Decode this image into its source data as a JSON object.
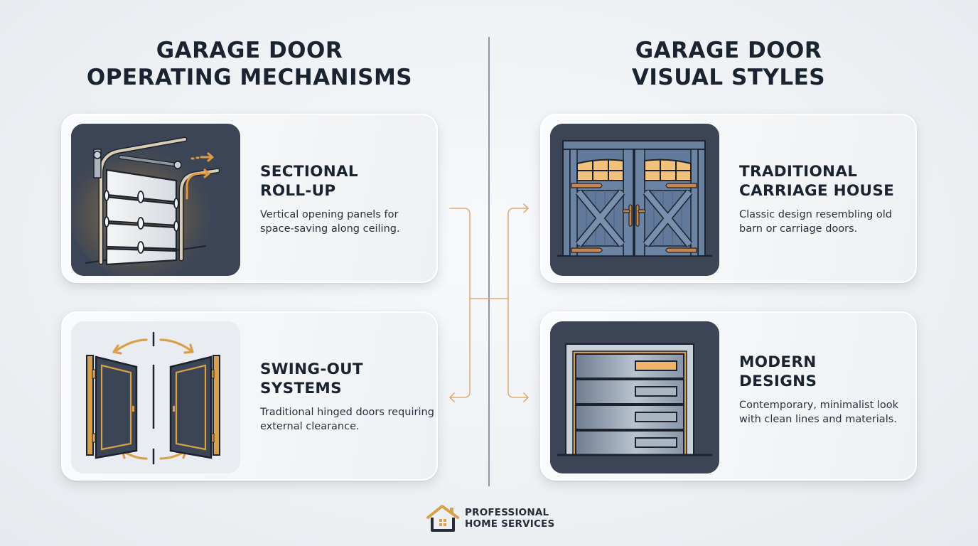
{
  "left_section": {
    "title_line1": "GARAGE DOOR",
    "title_line2": "OPERATING MECHANISMS",
    "cards": [
      {
        "heading_line1": "SECTIONAL",
        "heading_line2": "ROLL-UP",
        "description": "Vertical opening panels for space-saving along ceiling.",
        "icon": "sectional-roll-up-door-illustration"
      },
      {
        "heading_line1": "SWING-OUT",
        "heading_line2": "SYSTEMS",
        "description": "Traditional hinged doors requiring external clearance.",
        "icon": "swing-out-door-illustration"
      }
    ]
  },
  "right_section": {
    "title_line1": "GARAGE DOOR",
    "title_line2": "VISUAL STYLES",
    "cards": [
      {
        "heading_line1": "TRADITIONAL",
        "heading_line2": "CARRIAGE HOUSE",
        "description": "Classic design resembling old barn or carriage doors.",
        "icon": "carriage-house-door-illustration"
      },
      {
        "heading_line1": "MODERN",
        "heading_line2": "DESIGNS",
        "description": "Contemporary, minimalist look with clean lines and materials.",
        "icon": "modern-garage-door-illustration"
      }
    ]
  },
  "footer": {
    "brand_line1": "PROFESSIONAL",
    "brand_line2": "HOME SERVICES",
    "logo_icon": "house-icon"
  },
  "colors": {
    "accent": "#d9a04a",
    "dark": "#1a2330",
    "thumb_bg": "#3b4556",
    "divider": "#8d96a2"
  }
}
